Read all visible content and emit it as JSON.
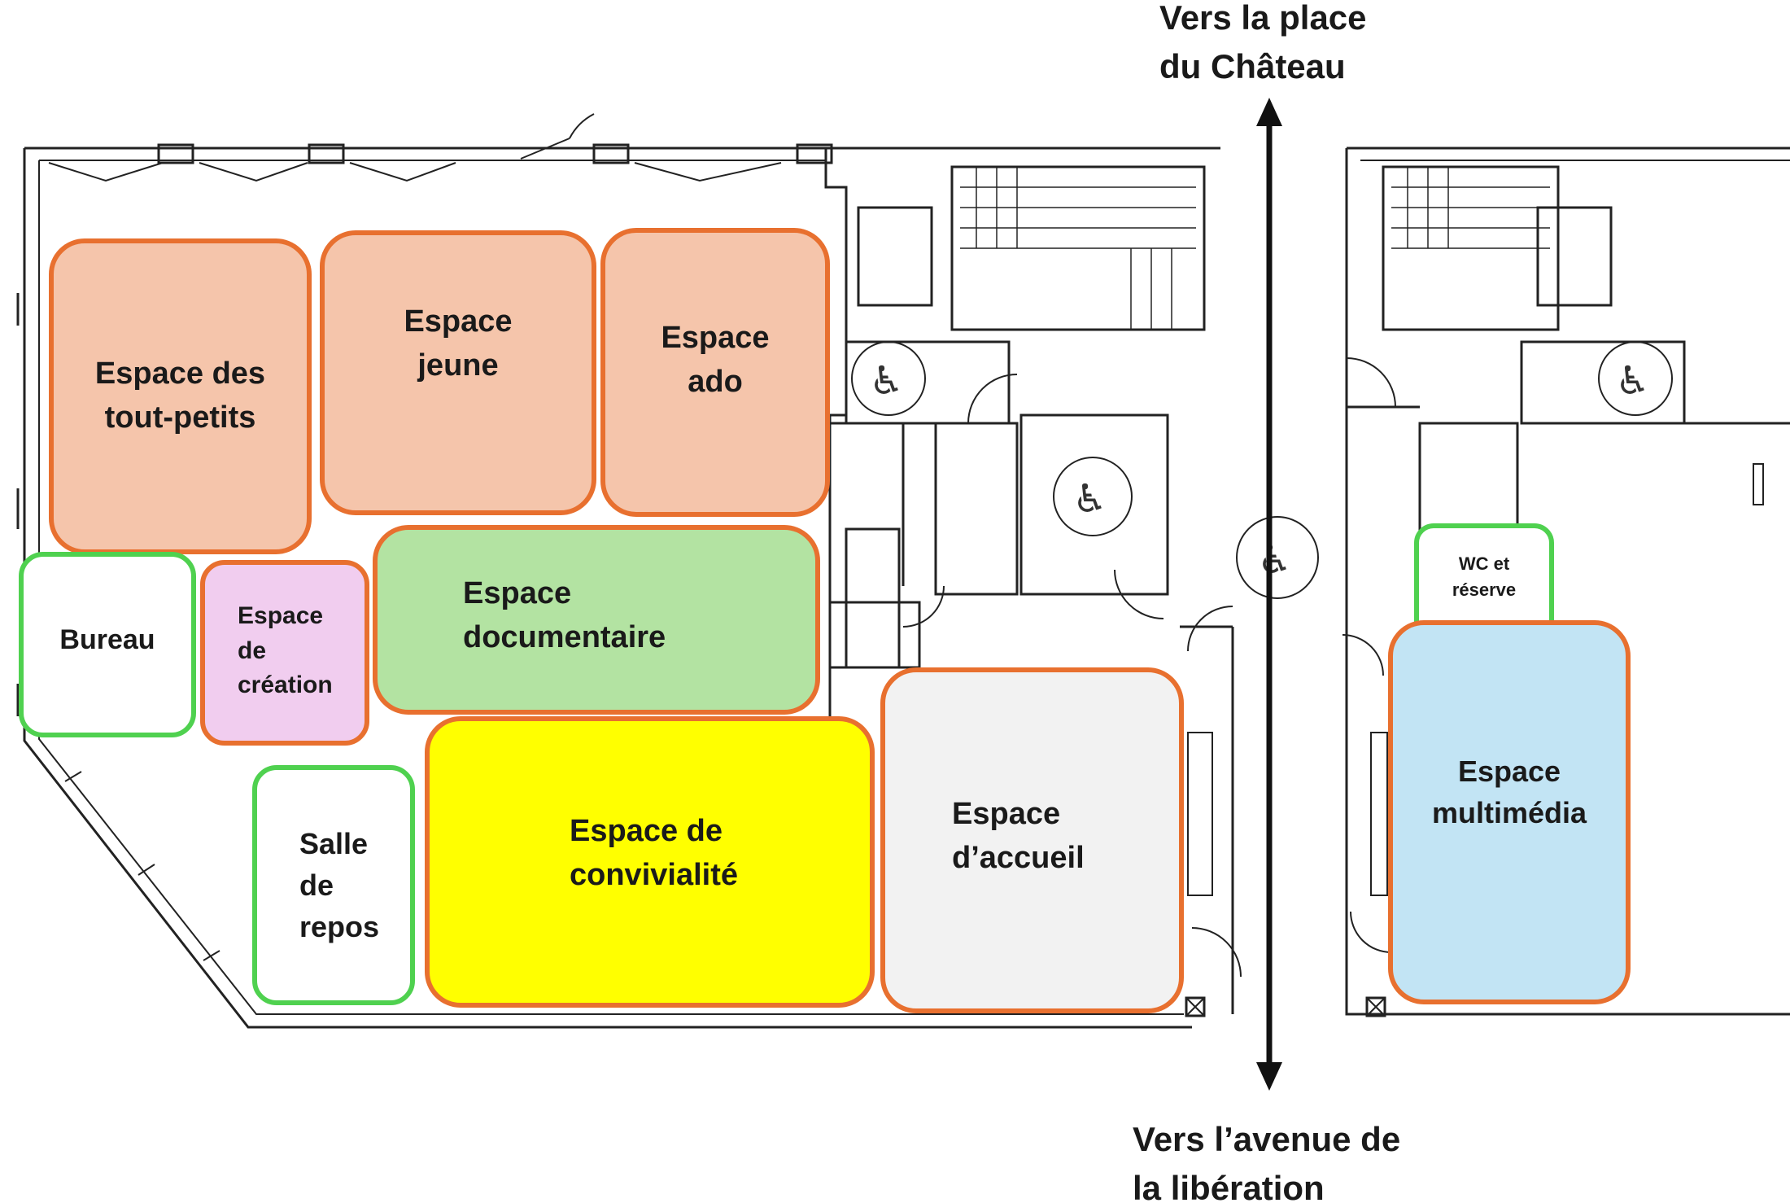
{
  "directions": {
    "north": "Vers la place\ndu Château",
    "south": "Vers l’avenue de\nla libération"
  },
  "zones": {
    "tout_petits": {
      "label": "Espace des\ntout-petits",
      "color": "#f5c5ab"
    },
    "jeune": {
      "label": "Espace\njeune",
      "color": "#f5c5ab"
    },
    "ado": {
      "label": "Espace\nado",
      "color": "#f5c5ab"
    },
    "documentaire": {
      "label": "Espace\ndocumentaire",
      "color": "#b3e3a2"
    },
    "bureau": {
      "label": "Bureau",
      "color": "#ffffff"
    },
    "creation": {
      "label": "Espace\nde\ncréation",
      "color": "#f1cdef"
    },
    "repos": {
      "label": "Salle\nde\nrepos",
      "color": "#ffffff"
    },
    "convivialite": {
      "label": "Espace de\nconvivialité",
      "color": "#ffff00"
    },
    "accueil": {
      "label": "Espace\nd’accueil",
      "color": "#f2f2f2"
    },
    "wc": {
      "label": "WC et\nréserve",
      "color": "#ffffff"
    },
    "multimedia": {
      "label": "Espace\nmultimédia",
      "color": "#c2e4f4"
    }
  },
  "colors": {
    "zone_border_orange": "#e8702f",
    "zone_border_green": "#4fd14f",
    "arrow": "#111111",
    "wall": "#222222"
  },
  "icons": [
    "wheelchair-icon",
    "wheelchair-icon",
    "wheelchair-icon",
    "wheelchair-icon",
    "double-arrow-icon"
  ]
}
